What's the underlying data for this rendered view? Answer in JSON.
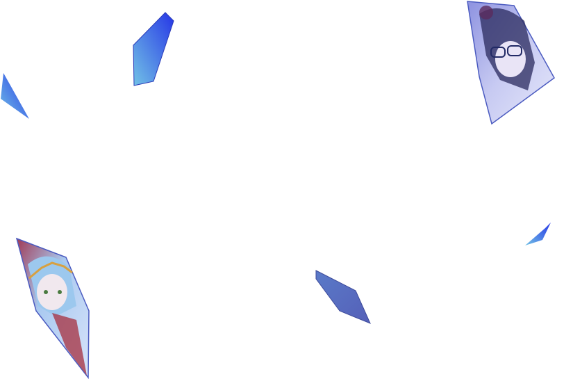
{
  "colors": {
    "shard_blue_dark": "#2b3fe0",
    "shard_blue_light": "#6cb8e6",
    "shard_slate": "#5a6fbf",
    "portrait_tint": "#b8bdf0",
    "portrait_red": "#a83a4a",
    "portrait_hair": "#9cc8ee"
  },
  "shards": [
    {
      "name": "shard-top-left-small",
      "kind": "gradient"
    },
    {
      "name": "shard-top-left-large",
      "kind": "gradient"
    },
    {
      "name": "shard-portrait-glasses-girl",
      "kind": "portrait"
    },
    {
      "name": "shard-right-small",
      "kind": "gradient"
    },
    {
      "name": "shard-bottom-center",
      "kind": "slate"
    },
    {
      "name": "shard-portrait-tiara-boy",
      "kind": "portrait"
    }
  ]
}
